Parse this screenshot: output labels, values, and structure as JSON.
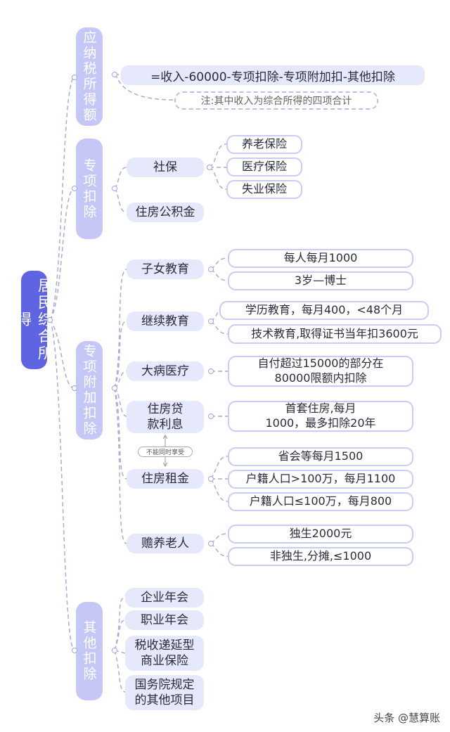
{
  "root": "居民综合所得",
  "taxable": {
    "label": "应纳税所得额",
    "formula": "=收入-60000-专项扣除-专项附加扣-其他扣除",
    "note": "注:其中收入为综合所得的四项合计"
  },
  "special": {
    "label": "专项扣除",
    "social": "社保",
    "social_items": [
      "养老保险",
      "医疗保险",
      "失业保险"
    ],
    "housing_fund": "住房公积金"
  },
  "additional": {
    "label": "专项附加扣除",
    "children": "子女教育",
    "children_items": [
      "每人每月1000",
      "3岁—博士"
    ],
    "continuing": "继续教育",
    "continuing_items": [
      "学历教育，每月400，<48个月",
      "技术教育,取得证书当年扣3600元"
    ],
    "illness": "大病医疗",
    "illness_detail": "自付超过15000的部分在\n80000限额内扣除",
    "loan": "住房贷\n款利息",
    "loan_detail": "首套住房,每月\n1000，最多扣除20年",
    "exclusive": "不能同时享受",
    "rent": "住房租金",
    "rent_items": [
      "省会等每月1500",
      "户籍人口>100万，每月1100",
      "户籍人口≤100万，每月800"
    ],
    "elderly": "赡养老人",
    "elderly_items": [
      "独生2000元",
      "非独生,分摊,≤1000"
    ]
  },
  "other": {
    "label": "其他扣除",
    "items": [
      "企业年会",
      "职业年会",
      "税收递延型\n商业保险",
      "国务院规定\n的其他项目"
    ]
  },
  "watermark": "头条 @慧算账"
}
